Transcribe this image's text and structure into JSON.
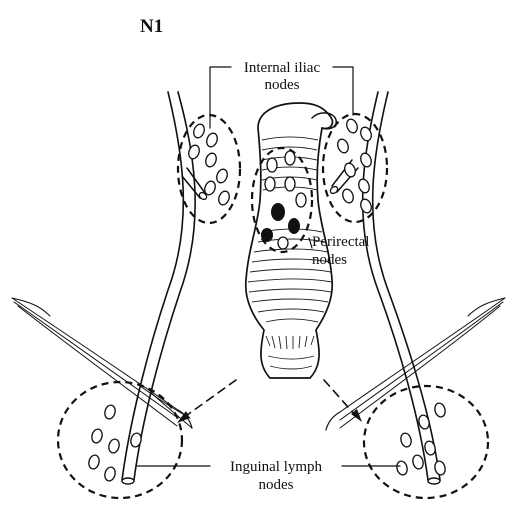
{
  "title": "N1",
  "labels": {
    "internal_iliac_line1": "Internal iliac",
    "internal_iliac_line2": "nodes",
    "perirectal_line1": "Perirectal",
    "perirectal_line2": "nodes",
    "inguinal_line1": "Inguinal lymph",
    "inguinal_line2": "nodes"
  },
  "colors": {
    "ink": "#111111",
    "background": "#ffffff"
  }
}
